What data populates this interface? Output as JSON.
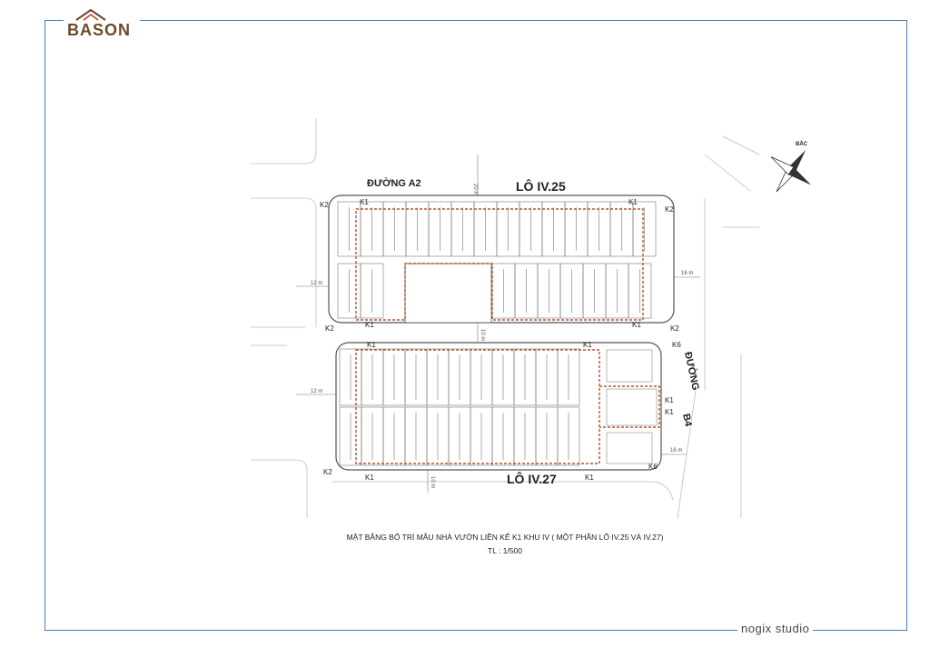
{
  "brand": {
    "name": "BASON",
    "colors": {
      "brown": "#6b4a2a",
      "red": "#c0392b"
    }
  },
  "footer": {
    "studio": "nogix studio"
  },
  "plan": {
    "road_a2": "ĐƯỜNG   A2",
    "lot_top": "LÔ  IV.25",
    "lot_bottom": "LÔ  IV.27",
    "road_b4_v1": "ĐƯỜNG",
    "road_b4_v2": "B4",
    "dim_20": "20 m",
    "dim_12a": "12 m",
    "dim_12b": "12 m",
    "dim_10a": "10 m",
    "dim_10b": "10 m",
    "dim_16a": "16 m",
    "dim_16b": "16 m",
    "labels": {
      "k2_tl": "K2",
      "k1_tl": "K1",
      "k1_tr": "K1",
      "k2_tr": "K2",
      "k2_ml": "K2",
      "k1_ml": "K1",
      "k1_mr": "K1",
      "k2_mr": "K2",
      "k1_bl1": "K1",
      "k1_bl2": "K1",
      "k6_r1": "K6",
      "k1_r1": "K1",
      "k1_r2": "K1",
      "k6_r2": "K6",
      "k2_bl": "K2",
      "k1_bb": "K1",
      "k1_bb2": "K1"
    },
    "colors": {
      "line": "#555555",
      "highlight": "#b5532f",
      "road": "#bdbdbd"
    }
  },
  "north": {
    "label": "BẮC"
  },
  "caption": "MẶT BẰNG BỐ TRÍ MẪU NHÀ VƯỜN LIỀN KẾ K1 KHU IV ( MỘT PHẦN LÔ IV.25 VÀ IV.27)",
  "scale": "TL : 1/500"
}
